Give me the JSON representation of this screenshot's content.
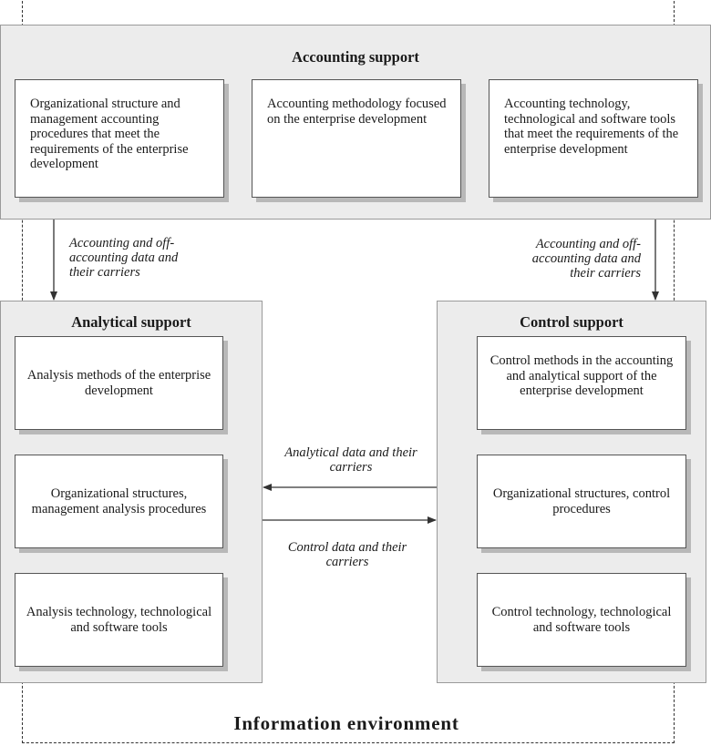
{
  "environment": {
    "title": "Information environment"
  },
  "accounting": {
    "title": "Accounting support",
    "boxes": [
      "Organizational structure and management accounting procedures that meet the requirements of the enterprise development",
      "Accounting methodology focused on the enterprise development",
      "Accounting technology, technological and software tools that meet the requirements of the enterprise development"
    ]
  },
  "analytical": {
    "title": "Analytical support",
    "boxes": [
      "Analysis methods of the enterprise development",
      "Organizational structures, management analysis procedures",
      "Analysis technology, technological and software tools"
    ]
  },
  "control": {
    "title": "Control support",
    "boxes": [
      "Control methods in the accounting and analytical support of the enterprise development",
      "Organizational structures, control procedures",
      "Control technology, technological and software tools"
    ]
  },
  "flows": {
    "accounting_to_analytical": "Accounting and off-accounting data and their carriers",
    "accounting_to_control": "Accounting and off-accounting data and their carriers",
    "control_to_analytical": "Analytical data and their carriers",
    "analytical_to_control": "Control data and their carriers"
  }
}
